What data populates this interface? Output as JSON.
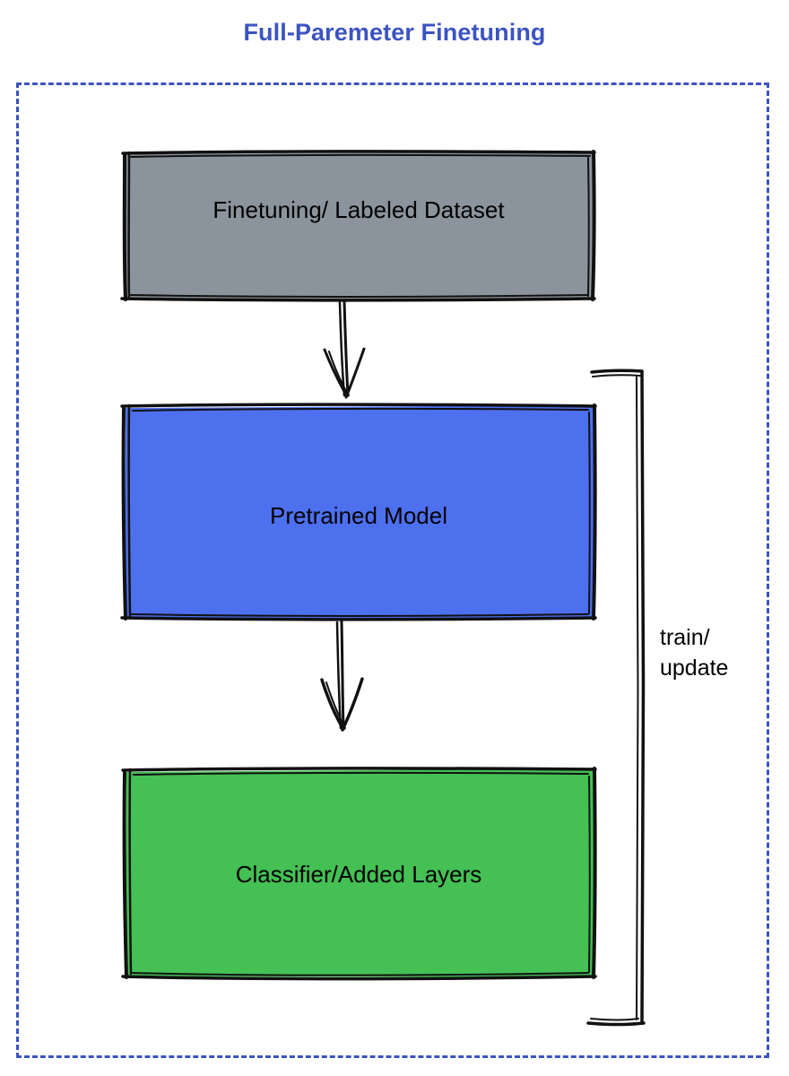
{
  "title": "Full-Paremeter Finetuning",
  "colors": {
    "title_text": "#3c54c0",
    "frame_border": "#3c54c0",
    "dataset_fill": "#8b949c",
    "pretrained_fill": "#4d70ef",
    "classifier_fill": "#44c054",
    "stroke": "#111111",
    "label_text": "#000000",
    "background": "#ffffff"
  },
  "diagram": {
    "type": "flowchart",
    "orientation": "top-to-bottom",
    "container": {
      "style": "dashed",
      "label": ""
    },
    "nodes": [
      {
        "id": "dataset",
        "label": "Finetuning/ Labeled Dataset",
        "fill": "#8b949c"
      },
      {
        "id": "pretrained",
        "label": "Pretrained Model",
        "fill": "#4d70ef"
      },
      {
        "id": "classifier",
        "label": "Classifier/Added Layers",
        "fill": "#44c054"
      }
    ],
    "edges": [
      {
        "from": "dataset",
        "to": "pretrained",
        "label": "",
        "style": "arrow-down"
      },
      {
        "from": "pretrained",
        "to": "classifier",
        "label": "",
        "style": "arrow-down"
      },
      {
        "from": "classifier",
        "to": "pretrained",
        "label": "train/\nupdate",
        "style": "feedback-loop-right"
      }
    ]
  },
  "loop_label": "train/\nupdate"
}
